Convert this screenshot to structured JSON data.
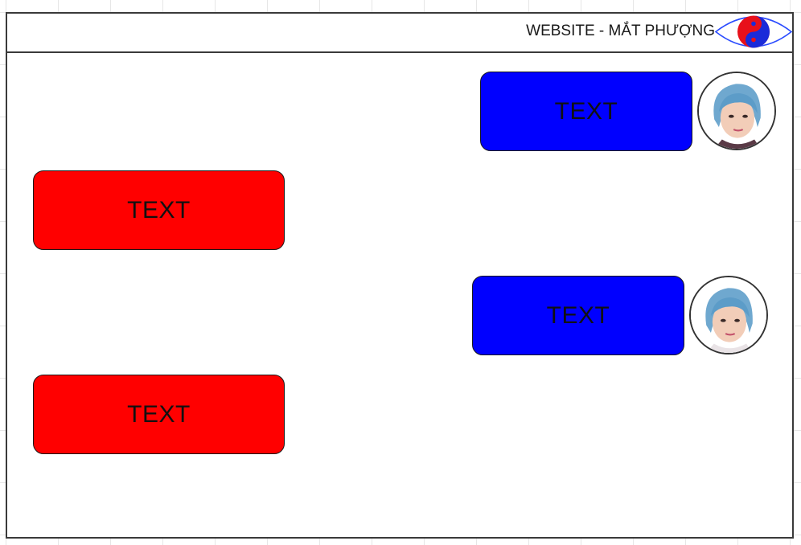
{
  "header": {
    "title": "WEBSITE - MẮT PHƯỢNG",
    "logo_icon": "eye-yin-yang-icon"
  },
  "colors": {
    "sent_bubble": "#0000ff",
    "received_bubble": "#ff0000",
    "border": "#3a3a3a",
    "logo_outline": "#2b4cff",
    "logo_red": "#e8101a",
    "logo_blue": "#1a2bd9"
  },
  "messages": [
    {
      "side": "sent",
      "text": "TEXT",
      "avatar": "user-avatar-icon"
    },
    {
      "side": "received",
      "text": "TEXT"
    },
    {
      "side": "sent",
      "text": "TEXT",
      "avatar": "user-avatar-icon"
    },
    {
      "side": "received",
      "text": "TEXT"
    }
  ]
}
